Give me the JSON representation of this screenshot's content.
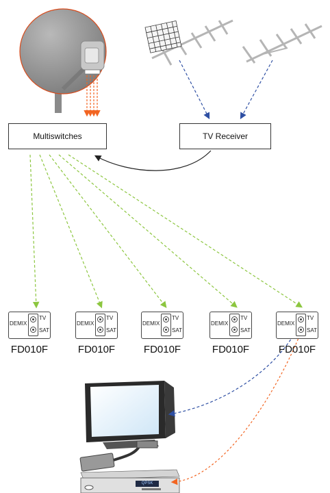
{
  "boxes": {
    "multiswitch_label": "Multiswitches",
    "receiver_label": "TV Receiver"
  },
  "outlets": [
    {
      "demix": "DEMIX",
      "tv": "TV",
      "sat": "SAT",
      "name": "FD010F"
    },
    {
      "demix": "DEMIX",
      "tv": "TV",
      "sat": "SAT",
      "name": "FD010F"
    },
    {
      "demix": "DEMIX",
      "tv": "TV",
      "sat": "SAT",
      "name": "FD010F"
    },
    {
      "demix": "DEMIX",
      "tv": "TV",
      "sat": "SAT",
      "name": "FD010F"
    },
    {
      "demix": "DEMIX",
      "tv": "TV",
      "sat": "SAT",
      "name": "FD010F"
    }
  ],
  "stb": {
    "display": "QPSK"
  },
  "colors": {
    "green_line": "#8cc63f",
    "blue_line": "#2e4fa3",
    "orange_line": "#f26522",
    "dish": "#8a8a8a"
  },
  "icons": [
    "satellite-dish-icon",
    "antenna-icon",
    "television-icon",
    "set-top-box-icon"
  ]
}
